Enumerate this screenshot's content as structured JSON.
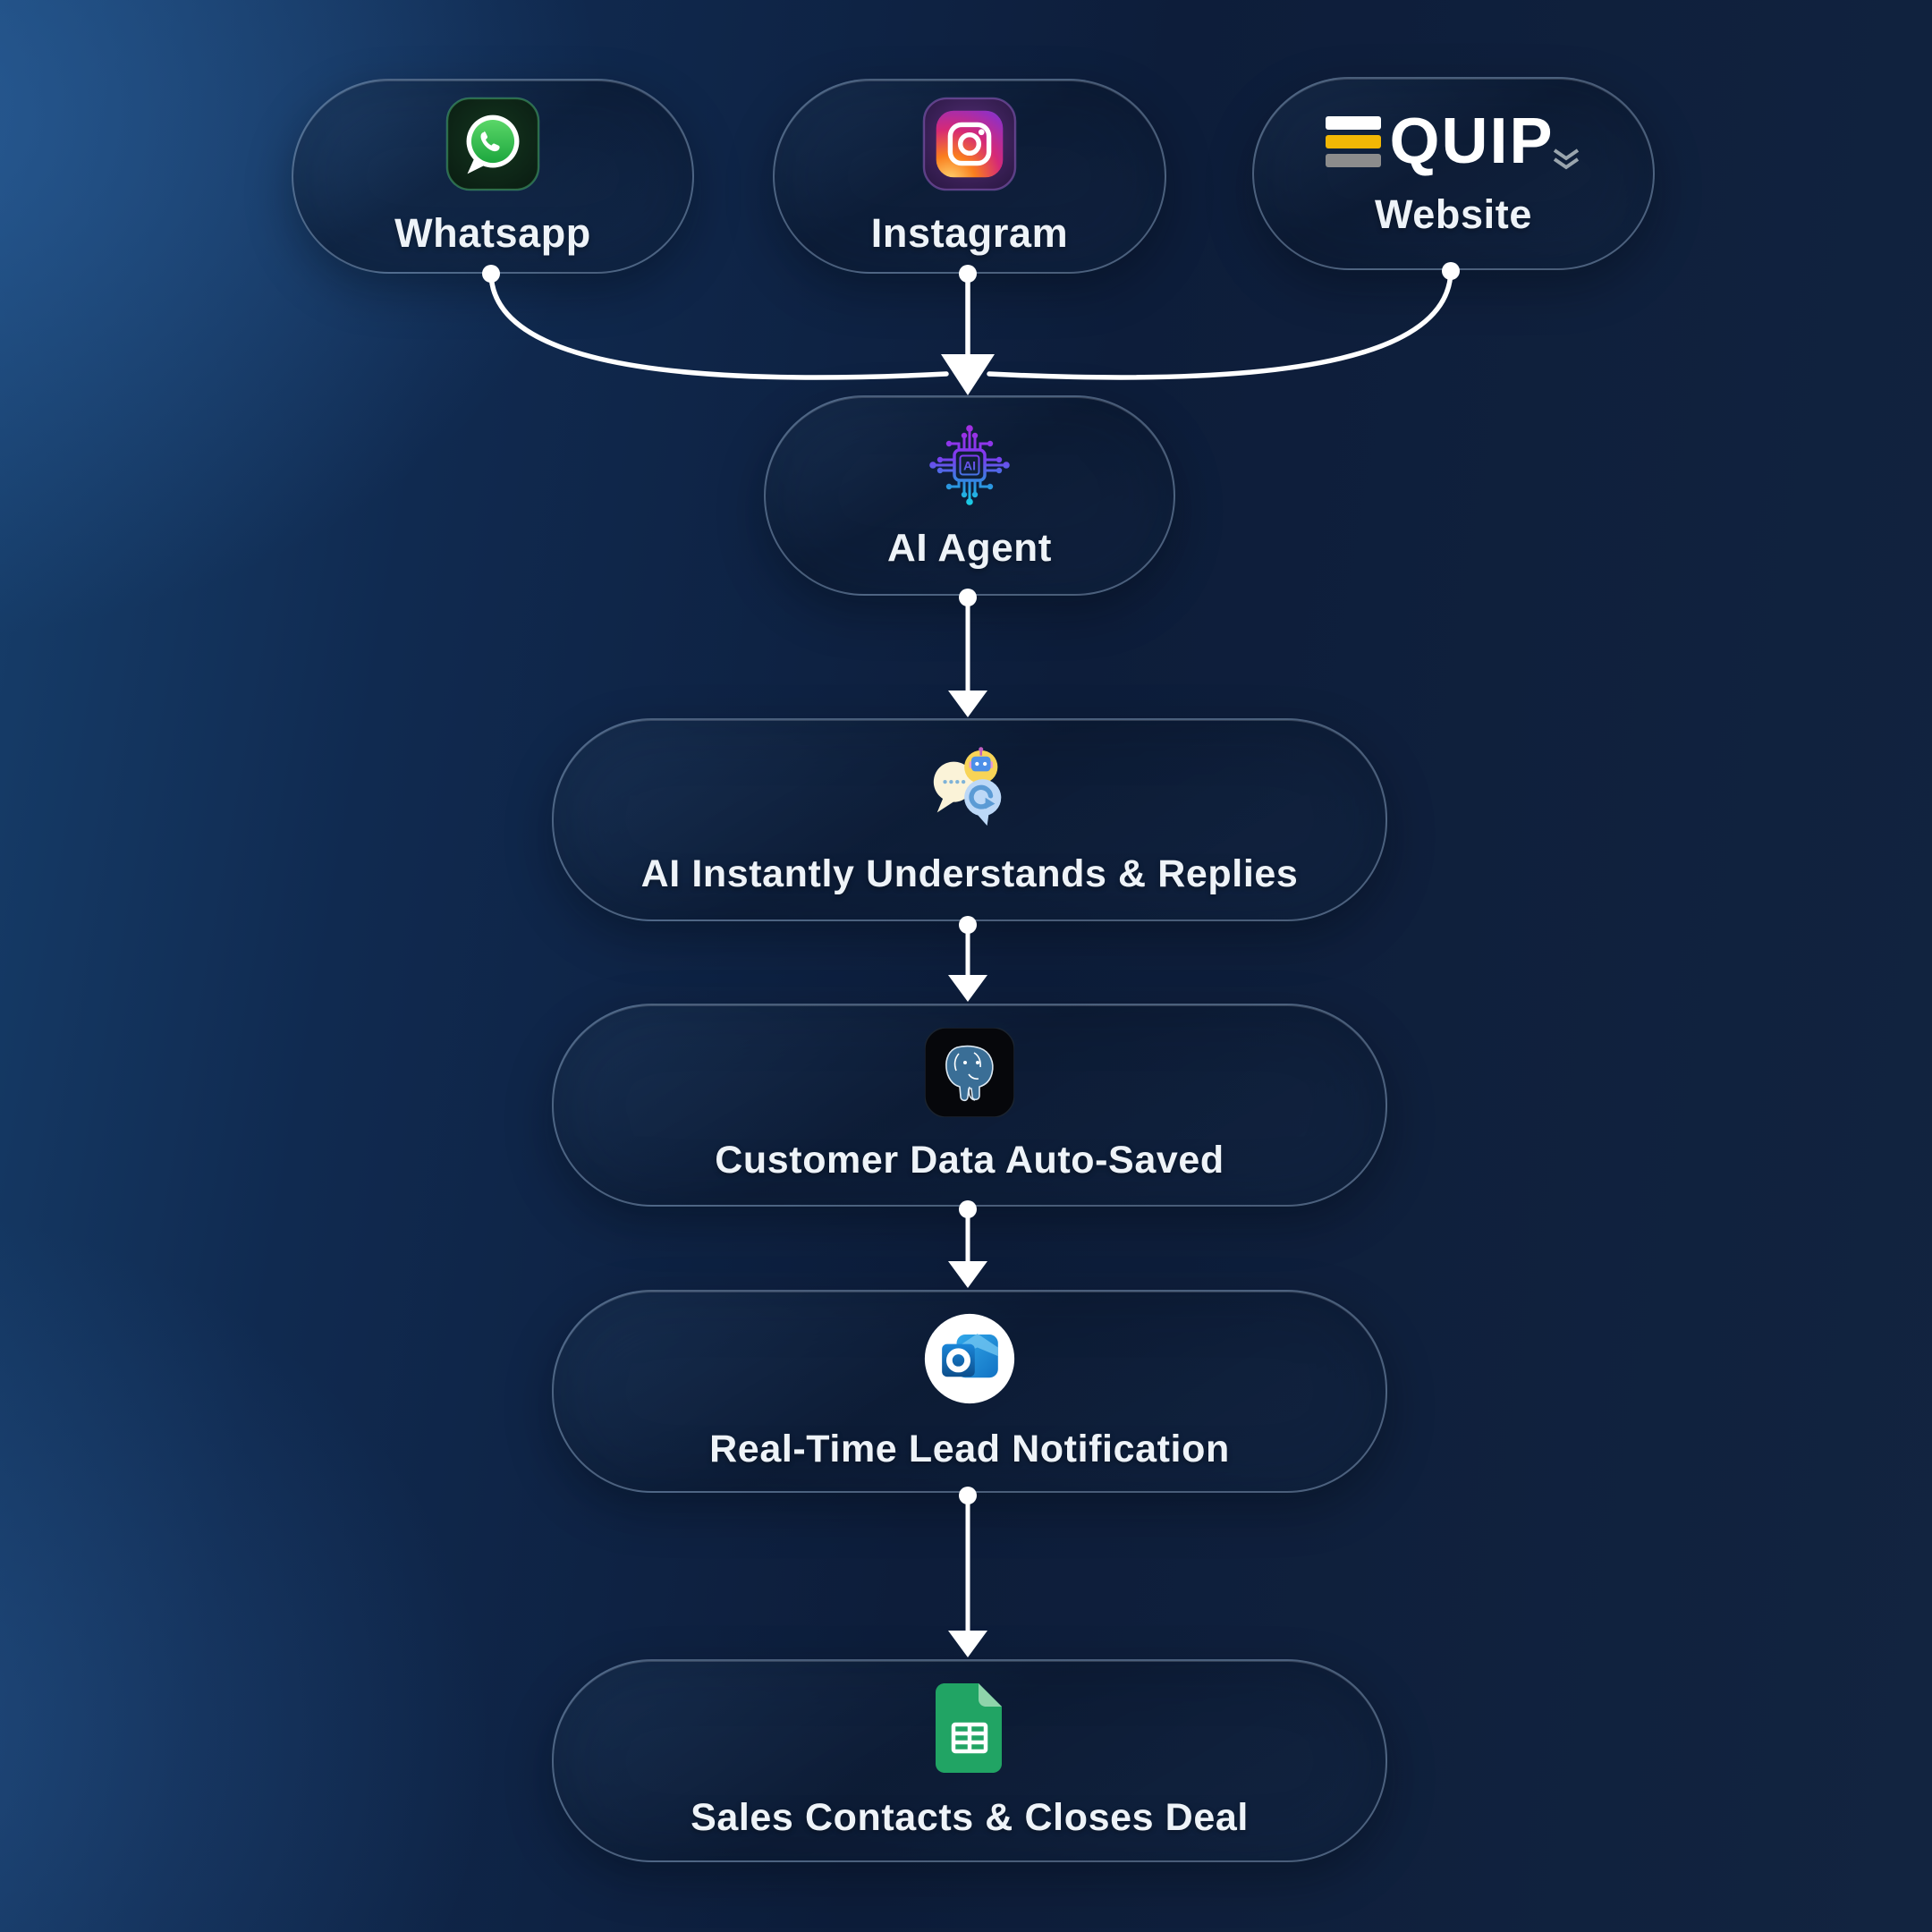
{
  "flow": {
    "sources": [
      {
        "label": "Whatsapp",
        "icon": "whatsapp-icon",
        "accent": "#2bb741"
      },
      {
        "label": "Instagram",
        "icon": "instagram-icon",
        "accent": "#d62976"
      },
      {
        "label": "Website",
        "icon": "equip-logo",
        "logo_text": "QUIP",
        "logo_bar_colors": [
          "#ffffff",
          "#f2b705",
          "#8c8c8c"
        ]
      }
    ],
    "agent": {
      "label": "AI Agent",
      "icon": "ai-chip-icon",
      "gradient_top": "#a03ae0",
      "gradient_bottom": "#1bd3e6"
    },
    "steps": [
      {
        "label": "AI Instantly Understands & Replies",
        "icon": "chat-bot-icon"
      },
      {
        "label": "Customer Data Auto-Saved",
        "icon": "postgresql-icon",
        "accent": "#336791"
      },
      {
        "label": "Real-Time Lead Notification",
        "icon": "outlook-icon",
        "accent": "#0f6cbd"
      },
      {
        "label": "Sales Contacts & Closes Deal",
        "icon": "google-sheets-icon",
        "accent": "#21a464"
      }
    ],
    "connector_color": "#ffffff",
    "background": {
      "glow": "#1d4b7d",
      "base": "#0e1d3a"
    }
  }
}
